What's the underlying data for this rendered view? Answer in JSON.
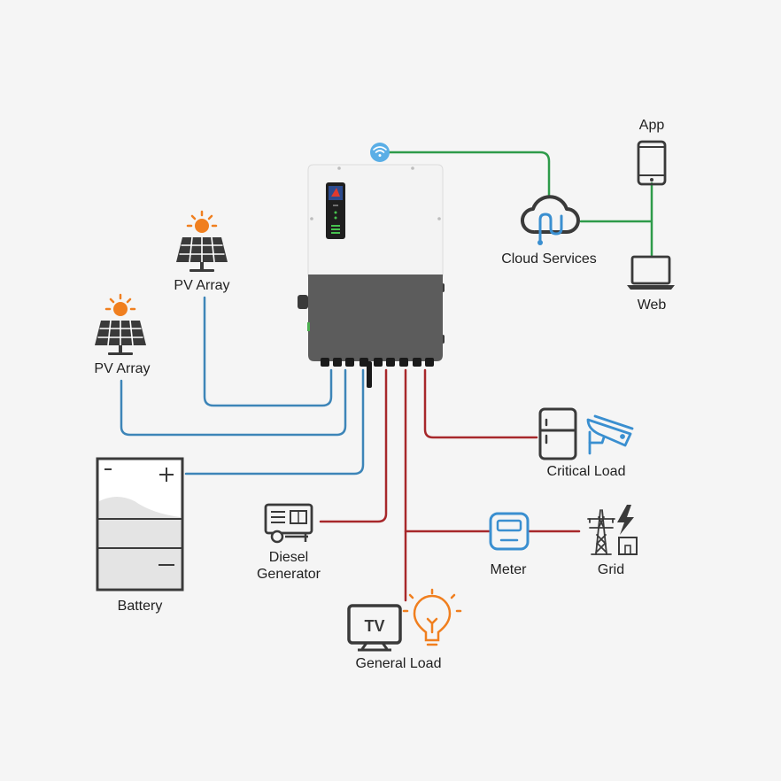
{
  "colors": {
    "dc_line": "#3d85b8",
    "ac_line": "#a7282b",
    "comm_line": "#2e9b4a",
    "solar_sun": "#f07f1f",
    "icon_dark": "#3a3a3a",
    "meter_blue": "#3a8fd0",
    "inverter_top": "#f3f3f3",
    "inverter_bottom": "#5c5c5c"
  },
  "labels": {
    "pv_array_top": "PV Array",
    "pv_array_left": "PV Array",
    "battery": "Battery",
    "diesel_line1": "Diesel",
    "diesel_line2": "Generator",
    "general_load": "General Load",
    "meter": "Meter",
    "grid": "Grid",
    "critical_load": "Critical Load",
    "cloud_services": "Cloud Services",
    "app": "App",
    "web": "Web",
    "tv": "TV"
  },
  "icons": {
    "wifi": "wifi-icon",
    "cloud": "cloud-icon",
    "phone": "smartphone-icon",
    "laptop": "laptop-icon",
    "solar": "solar-panel-icon",
    "battery": "battery-icon",
    "generator": "generator-icon",
    "tv": "tv-icon",
    "bulb": "light-bulb-icon",
    "meter": "meter-icon",
    "grid": "transmission-tower-icon",
    "fridge": "fridge-icon",
    "camera": "security-camera-icon"
  }
}
